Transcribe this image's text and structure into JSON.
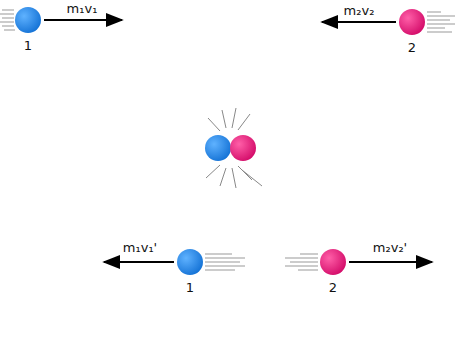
{
  "diagram": {
    "labels": [
      "m₁v₁",
      "m₂v₂",
      "1",
      "2",
      "m₁v₁'",
      "m₂v₂'",
      "1",
      "2"
    ]
  }
}
